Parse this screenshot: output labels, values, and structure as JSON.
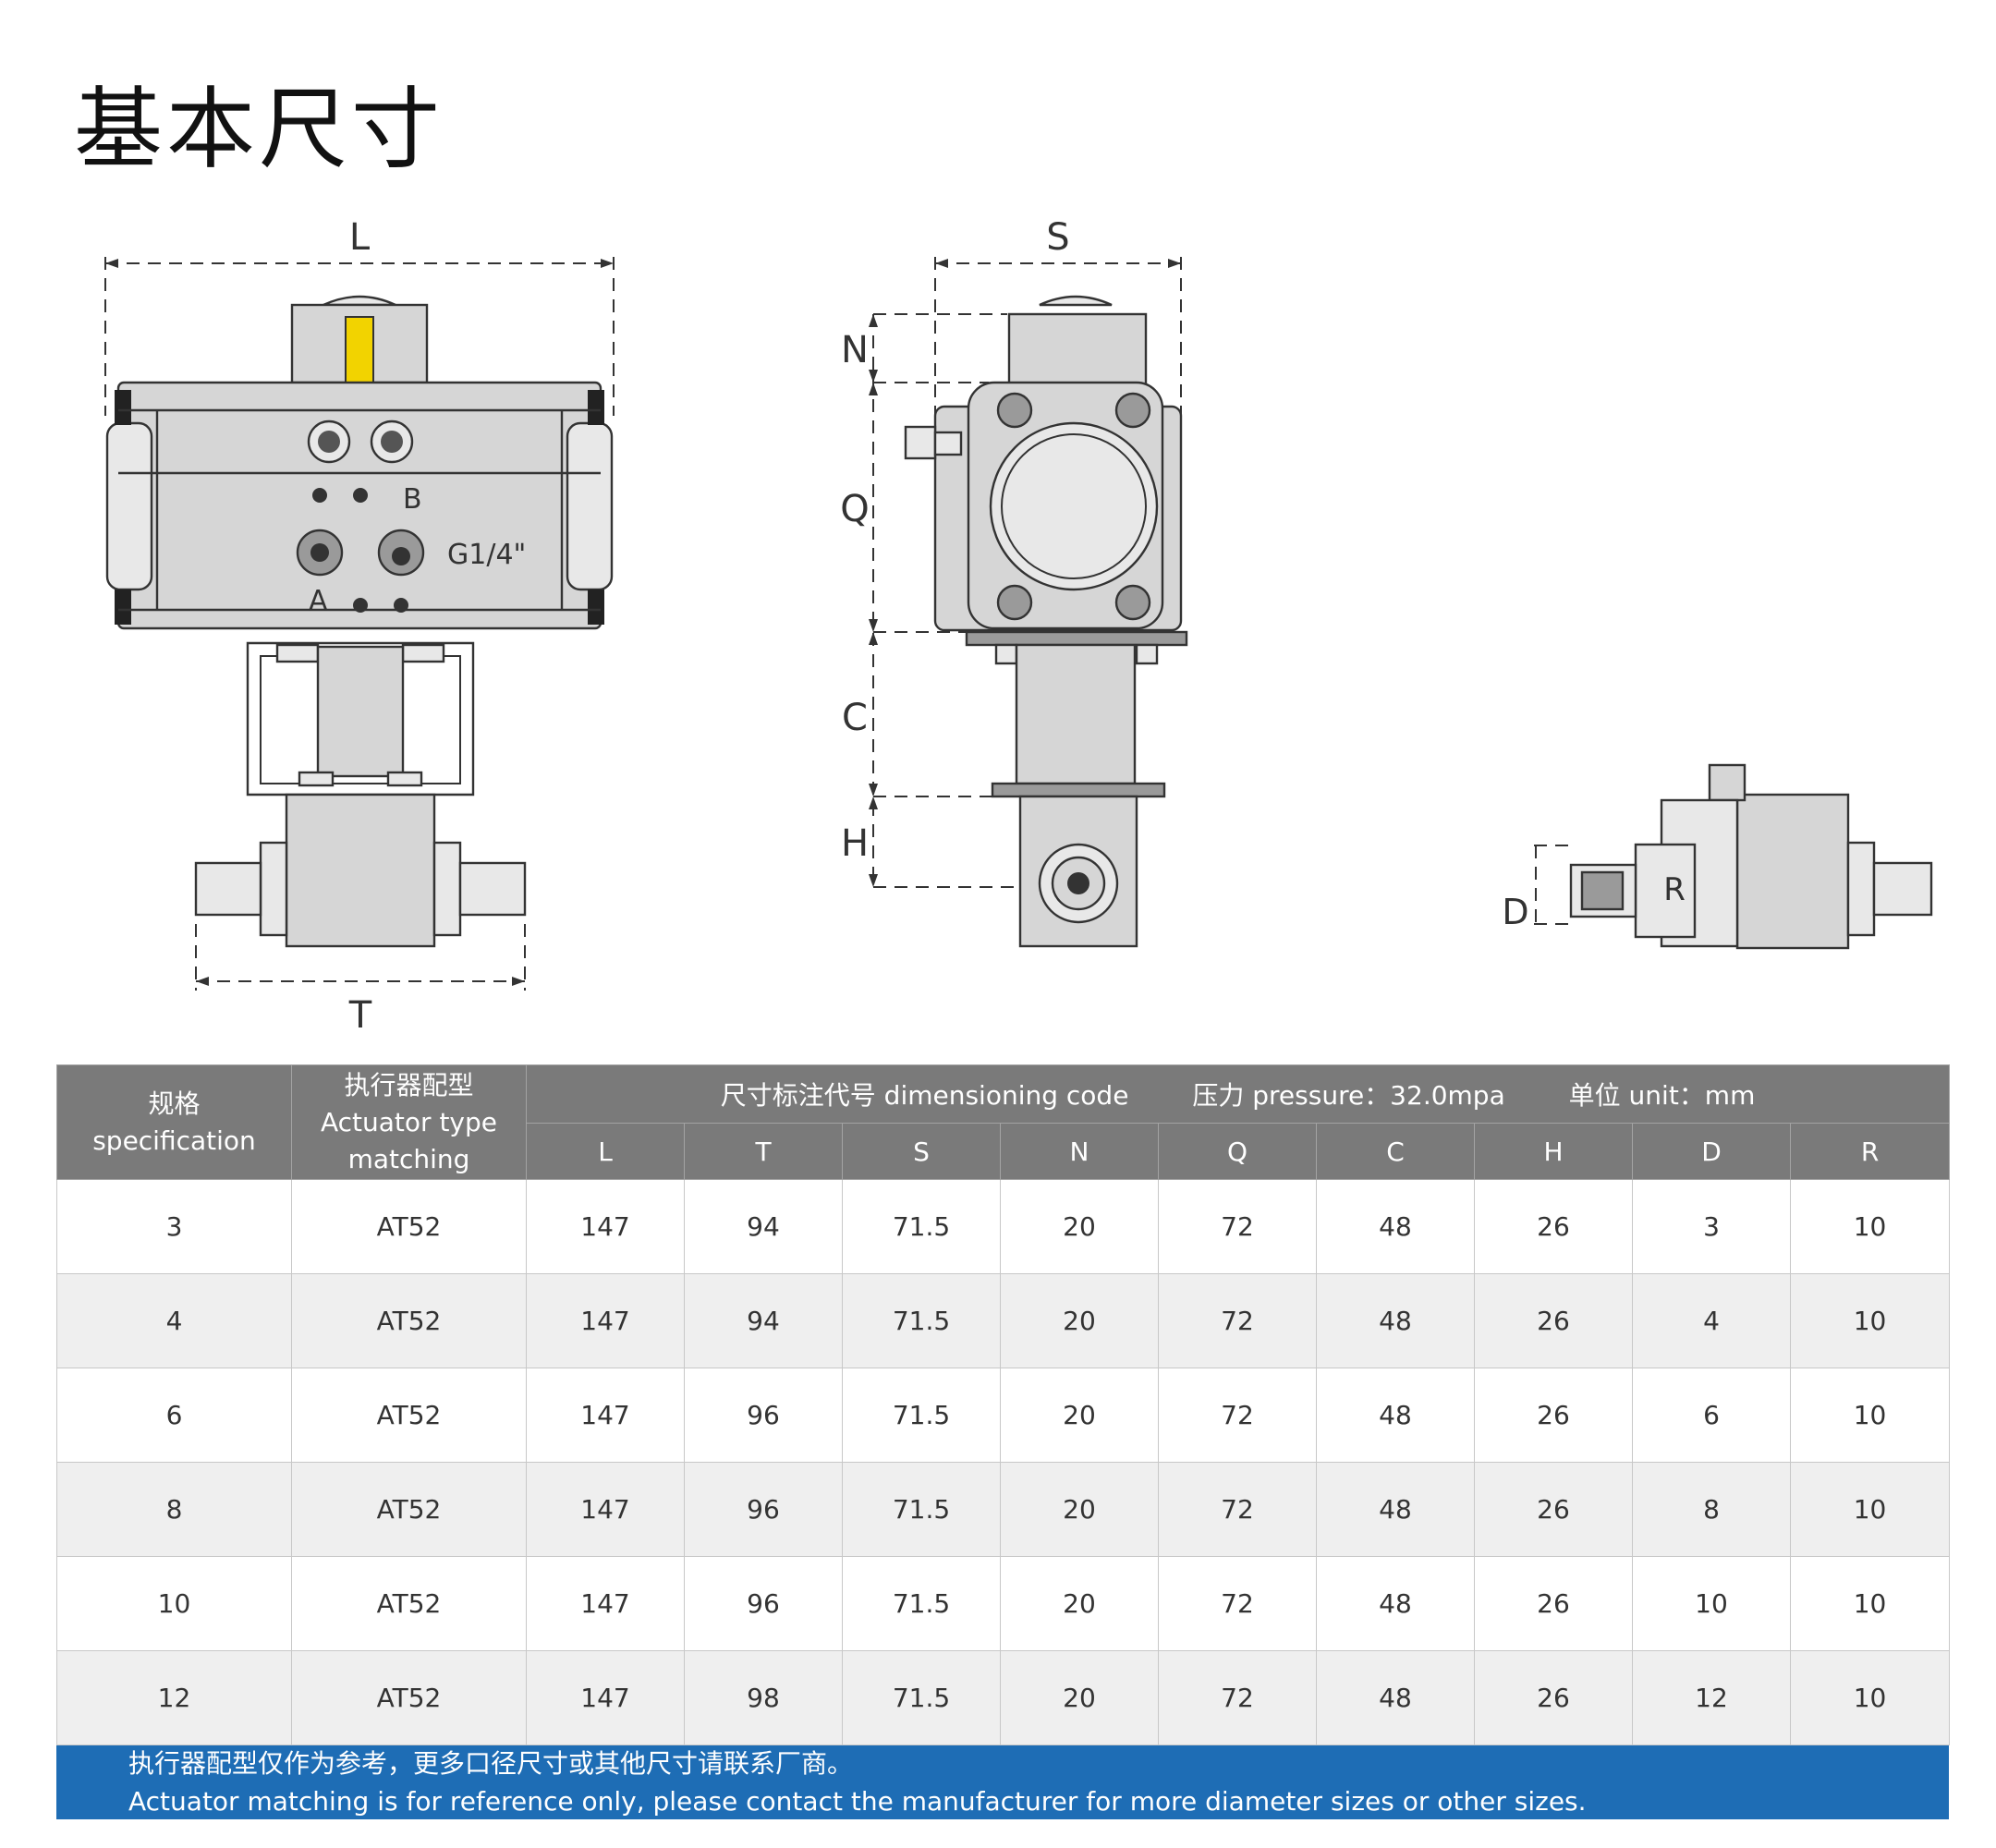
{
  "title": "基本尺寸",
  "drawing_labels": {
    "L": "L",
    "T": "T",
    "S": "S",
    "N": "N",
    "Q": "Q",
    "C": "C",
    "H": "H",
    "D": "D",
    "R": "R",
    "port_a": "A",
    "port_b": "B",
    "thread": "G1/4\""
  },
  "table": {
    "col_spec_cn": "规格",
    "col_spec_en": "specification",
    "col_act_cn": "执行器配型",
    "col_act_en1": "Actuator type",
    "col_act_en2": "matching",
    "group_code": "尺寸标注代号 dimensioning code",
    "group_pressure": "压力 pressure：32.0mpa",
    "group_unit": "单位 unit：mm",
    "dim_headers": [
      "L",
      "T",
      "S",
      "N",
      "Q",
      "C",
      "H",
      "D",
      "R"
    ],
    "rows": [
      [
        "3",
        "AT52",
        "147",
        "94",
        "71.5",
        "20",
        "72",
        "48",
        "26",
        "3",
        "10"
      ],
      [
        "4",
        "AT52",
        "147",
        "94",
        "71.5",
        "20",
        "72",
        "48",
        "26",
        "4",
        "10"
      ],
      [
        "6",
        "AT52",
        "147",
        "96",
        "71.5",
        "20",
        "72",
        "48",
        "26",
        "6",
        "10"
      ],
      [
        "8",
        "AT52",
        "147",
        "96",
        "71.5",
        "20",
        "72",
        "48",
        "26",
        "8",
        "10"
      ],
      [
        "10",
        "AT52",
        "147",
        "96",
        "71.5",
        "20",
        "72",
        "48",
        "26",
        "10",
        "10"
      ],
      [
        "12",
        "AT52",
        "147",
        "98",
        "71.5",
        "20",
        "72",
        "48",
        "26",
        "12",
        "10"
      ]
    ]
  },
  "note_cn": "执行器配型仅作为参考，更多口径尺寸或其他尺寸请联系厂商。",
  "note_en": "Actuator matching is for reference only, please contact the manufacturer for more diameter sizes or other sizes.",
  "colors": {
    "header_bg": "#7a7a7a",
    "note_bg": "#1e6db5",
    "indicator": "#f2d300"
  }
}
